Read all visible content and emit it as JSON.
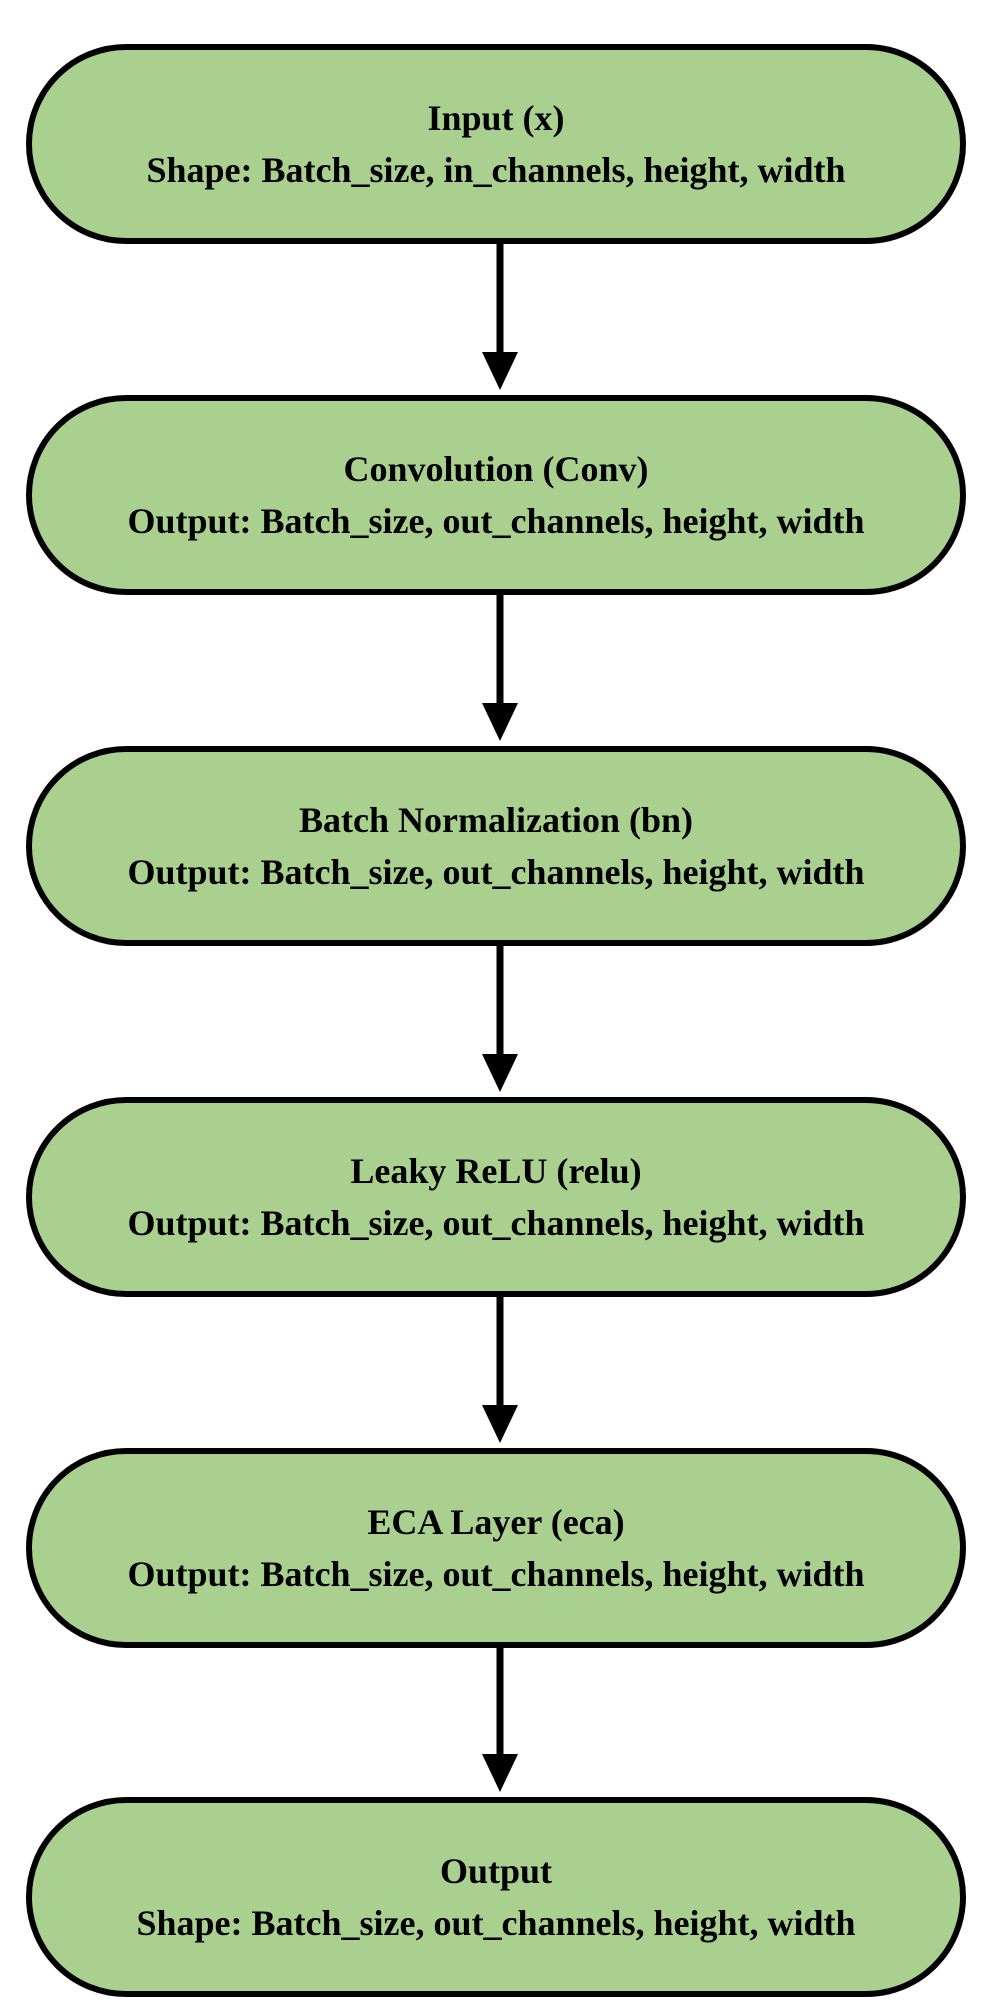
{
  "nodes": [
    {
      "title": "Input (x)",
      "detail": "Shape: Batch_size, in_channels, height, width"
    },
    {
      "title": "Convolution (Conv)",
      "detail": "Output: Batch_size, out_channels, height, width"
    },
    {
      "title": "Batch Normalization (bn)",
      "detail": "Output: Batch_size, out_channels, height, width"
    },
    {
      "title": "Leaky ReLU (relu)",
      "detail": "Output: Batch_size, out_channels, height, width"
    },
    {
      "title": "ECA Layer (eca)",
      "detail": "Output: Batch_size, out_channels, height, width"
    },
    {
      "title": "Output",
      "detail": "Shape: Batch_size, out_channels, height, width"
    }
  ],
  "colors": {
    "node_fill": "#a9d08e",
    "stroke": "#000000"
  }
}
